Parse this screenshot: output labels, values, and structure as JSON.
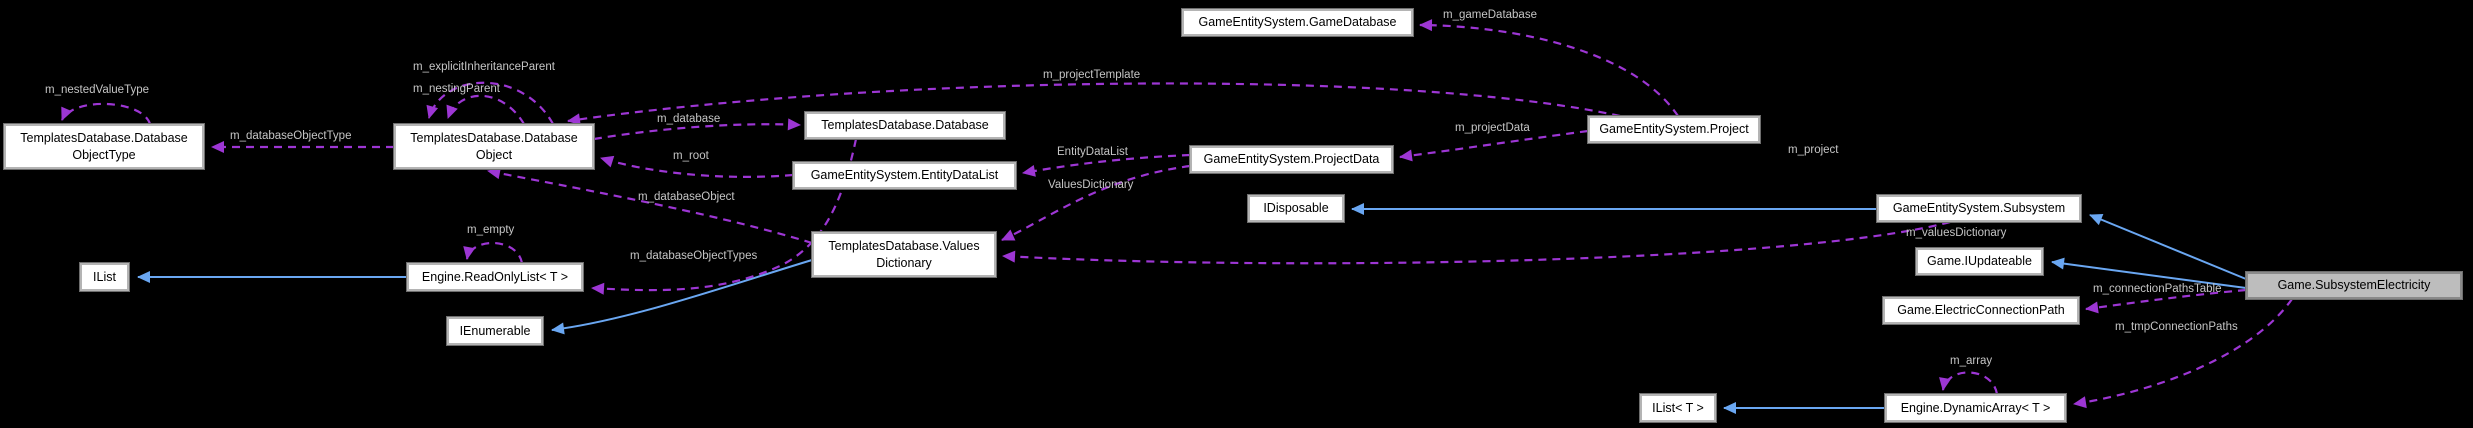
{
  "diagram": {
    "title": "Game.SubsystemElectricity collaboration graph",
    "colors": {
      "background": "#000000",
      "usage_edge_purple": "#9d36d4",
      "inheritance_edge_blue": "#6aa7f2",
      "node_fill": "#ffffff",
      "current_node_fill": "#bdbdbd",
      "edge_label_gray": "#c5c5c5"
    },
    "nodes": [
      {
        "id": "templatesdatabase-databaseobjecttype",
        "label": "TemplatesDatabase.Database\nObjectType"
      },
      {
        "id": "templatesdatabase-databaseobject",
        "label": "TemplatesDatabase.Database\nObject"
      },
      {
        "id": "templatesdatabase-database",
        "label": "TemplatesDatabase.Database"
      },
      {
        "id": "gameentitysystem-entitydatalist",
        "label": "GameEntitySystem.EntityDataList"
      },
      {
        "id": "templatesdatabase-valuesdictionary",
        "label": "TemplatesDatabase.Values\nDictionary"
      },
      {
        "id": "gameentitysystem-gamedatabase",
        "label": "GameEntitySystem.GameDatabase"
      },
      {
        "id": "gameentitysystem-projectdata",
        "label": "GameEntitySystem.ProjectData"
      },
      {
        "id": "gameentitysystem-project",
        "label": "GameEntitySystem.Project"
      },
      {
        "id": "idisposable",
        "label": "IDisposable"
      },
      {
        "id": "gameentitysystem-subsystem",
        "label": "GameEntitySystem.Subsystem"
      },
      {
        "id": "game-iupdateable",
        "label": "Game.IUpdateable"
      },
      {
        "id": "game-electricconnectionpath",
        "label": "Game.ElectricConnectionPath"
      },
      {
        "id": "game-subsystemelectricity",
        "label": "Game.SubsystemElectricity"
      },
      {
        "id": "ilist",
        "label": "IList"
      },
      {
        "id": "engine-readonlylist",
        "label": "Engine.ReadOnlyList< T >"
      },
      {
        "id": "ienumerable",
        "label": "IEnumerable"
      },
      {
        "id": "ilist-t",
        "label": "IList< T >"
      },
      {
        "id": "engine-dynamicarray",
        "label": "Engine.DynamicArray< T >"
      }
    ],
    "edge_labels": [
      {
        "id": "m_nestedValueType",
        "text": "m_nestedValueType"
      },
      {
        "id": "m_databaseObjectType",
        "text": "m_databaseObjectType"
      },
      {
        "id": "m_explicitInheritanceParent",
        "text": "m_explicitInheritanceParent"
      },
      {
        "id": "m_nestingParent",
        "text": "m_nestingParent"
      },
      {
        "id": "m_database",
        "text": "m_database"
      },
      {
        "id": "m_root",
        "text": "m_root"
      },
      {
        "id": "m_databaseObject",
        "text": "m_databaseObject"
      },
      {
        "id": "m_databaseObjectTypes",
        "text": "m_databaseObjectTypes"
      },
      {
        "id": "m_empty",
        "text": "m_empty"
      },
      {
        "id": "m_projectTemplate",
        "text": "m_projectTemplate"
      },
      {
        "id": "EntityDataList",
        "text": "EntityDataList"
      },
      {
        "id": "ValuesDictionary",
        "text": "ValuesDictionary"
      },
      {
        "id": "m_gameDatabase",
        "text": "m_gameDatabase"
      },
      {
        "id": "m_projectData",
        "text": "m_projectData"
      },
      {
        "id": "m_project",
        "text": "m_project"
      },
      {
        "id": "m_valuesDictionary",
        "text": "m_valuesDictionary"
      },
      {
        "id": "m_connectionPathsTable",
        "text": "m_connectionPathsTable"
      },
      {
        "id": "m_tmpConnectionPaths",
        "text": "m_tmpConnectionPaths"
      },
      {
        "id": "m_array",
        "text": "m_array"
      }
    ]
  }
}
